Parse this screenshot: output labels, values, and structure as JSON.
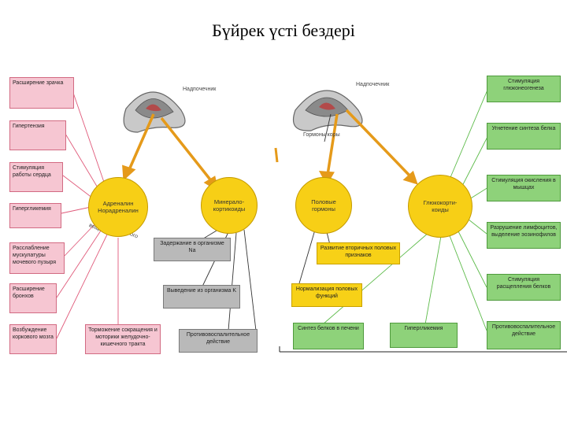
{
  "title": "Бүйрек үсті бездері",
  "labels": {
    "left_gland": "Надпочечник",
    "right_gland": "Надпочечник",
    "cortex": "Гормоны коры",
    "medulla_arc": "Гормоны мозгового вещества"
  },
  "circles": {
    "adrenalin": "Адреналин Норадреналин",
    "mineralo": "Минерало-кортикоиды",
    "sex": "Половые гормоны",
    "gluco": "Глюкокорти-коиды"
  },
  "pink_boxes": [
    "Расширение зрачка",
    "Гипертензия",
    "Стимуляция работы сердца",
    "Гипергликемия",
    "Расслабление мускулатуры мочевого пузыря",
    "Расширение бронхов",
    "Возбуждение коркового мозга"
  ],
  "gray_boxes": {
    "retention": "Задержание в организме Na",
    "excretion": "Выведение из организма K",
    "antiinflammatory": "Противовоспалительное действие",
    "gut": "Торможение сокращения и моторики желудочно-кишечного тракта"
  },
  "yellow_boxes": {
    "secondary": "Развитие вторичных половых признаков",
    "normalize": "Нормализация половых функций"
  },
  "green_boxes": [
    "Стимуляция глюконеогенеза",
    "Угнетение синтеза белка",
    "Стимуляция окисления в мышцах",
    "Разрушение лимфоцитов, выделение эозинофилов",
    "Стимуляция расщепления белков",
    "Противовоспалительное действие",
    "Гипергликемия",
    "Синтез белков в печени"
  ]
}
